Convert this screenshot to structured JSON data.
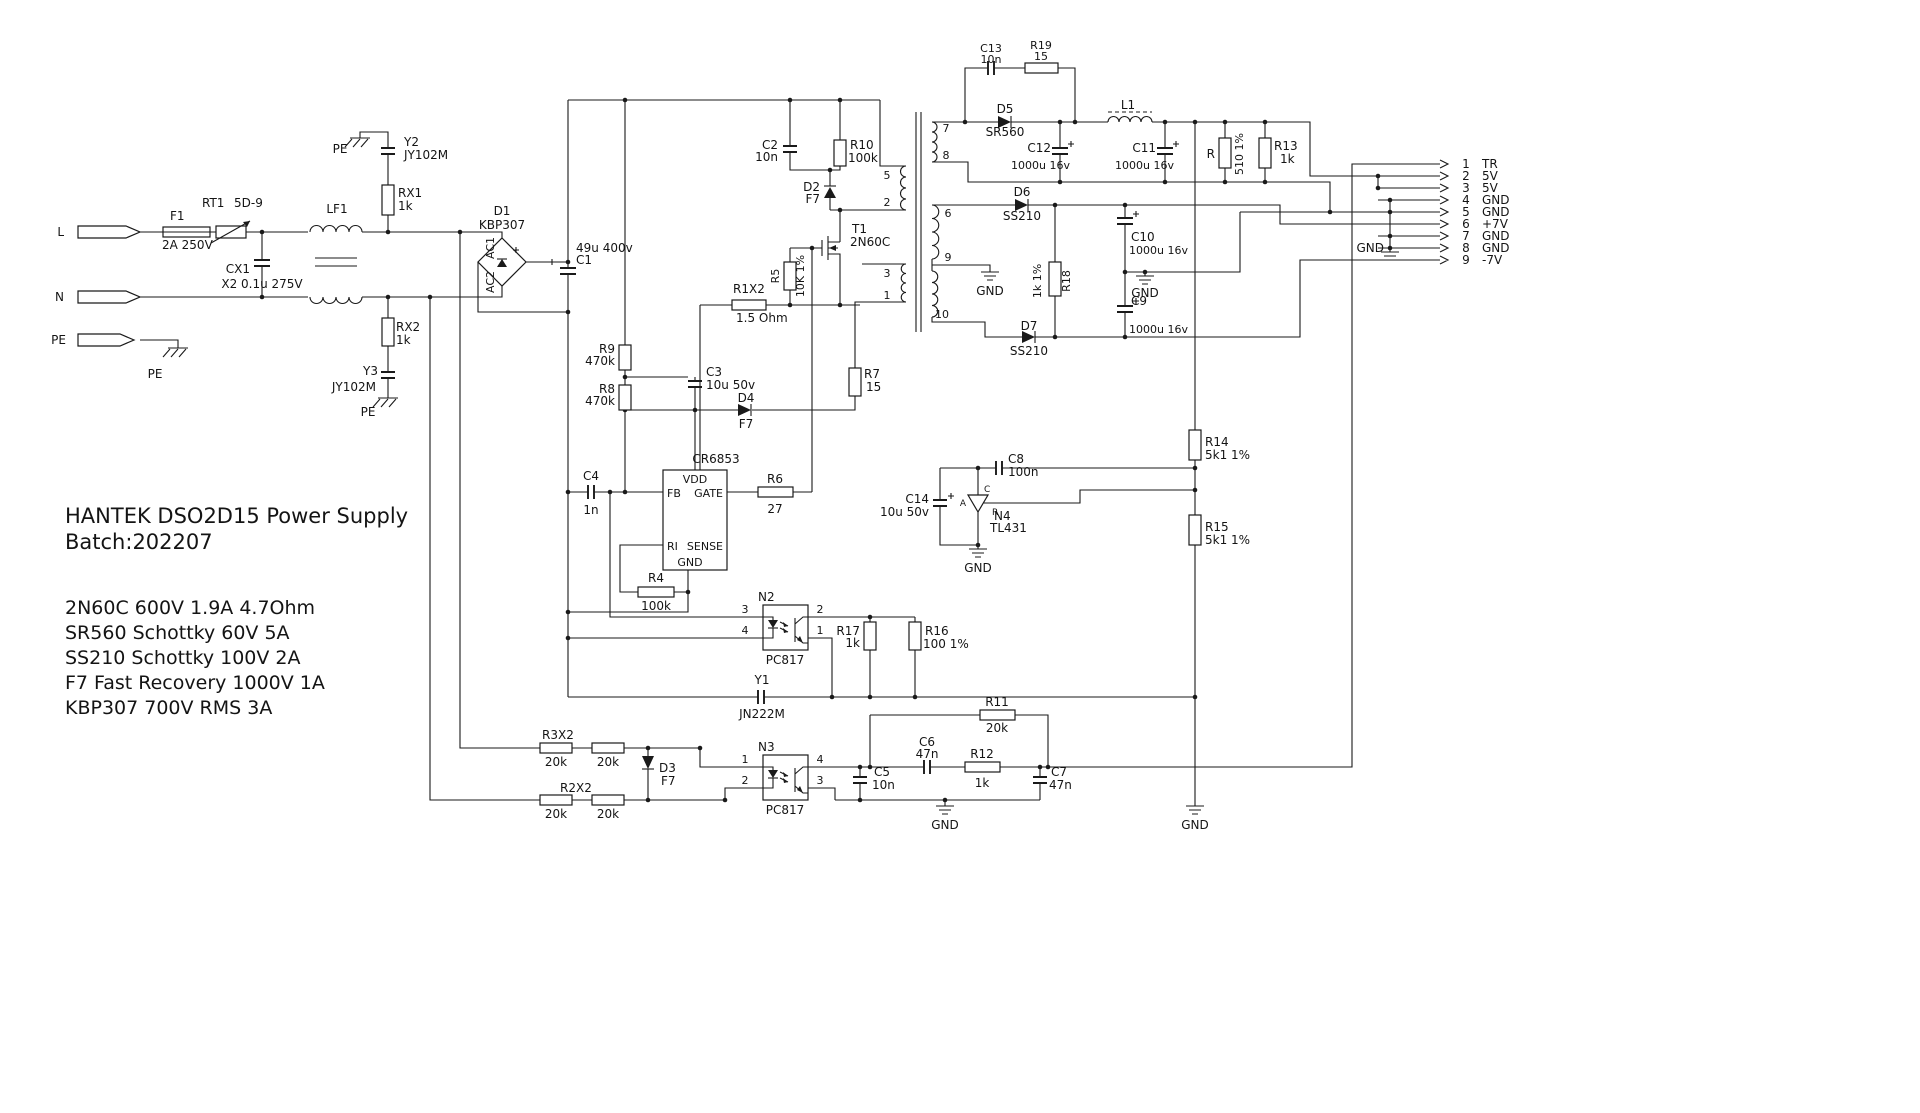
{
  "title_block": {
    "line1": "HANTEK DSO2D15 Power Supply",
    "line2": "Batch:202207",
    "notes": [
      "2N60C 600V 1.9A 4.7Ohm",
      "SR560 Schottky 60V 5A",
      "SS210 Schottky 100V 2A",
      "F7 Fast Recovery 1000V 1A",
      "KBP307 700V RMS 3A"
    ]
  },
  "terminals": {
    "l": "L",
    "n": "N",
    "pe": "PE"
  },
  "connector": {
    "rows": [
      {
        "pin": "1",
        "name": "TR"
      },
      {
        "pin": "2",
        "name": "5V"
      },
      {
        "pin": "3",
        "name": "5V"
      },
      {
        "pin": "4",
        "name": "GND"
      },
      {
        "pin": "5",
        "name": "GND"
      },
      {
        "pin": "6",
        "name": "+7V"
      },
      {
        "pin": "7",
        "name": "GND"
      },
      {
        "pin": "8",
        "name": "GND"
      },
      {
        "pin": "9",
        "name": "-7V"
      }
    ]
  },
  "ic": {
    "name": "CR6853",
    "pins": {
      "vdd": "VDD",
      "gate": "GATE",
      "fb": "FB",
      "ri": "RI",
      "sense": "SENSE",
      "gnd": "GND"
    }
  },
  "xfmr_pins": {
    "p1": "1",
    "p2": "2",
    "p3": "3",
    "p5": "5",
    "p6": "6",
    "p7": "7",
    "p8": "8",
    "p9": "9",
    "p10": "10"
  },
  "opto_pins": {
    "p1": "1",
    "p2": "2",
    "p3": "3",
    "p4": "4"
  },
  "labels": {
    "gnd": "GND",
    "f1_ref": "F1",
    "f1_val": "2A 250V",
    "rt1_ref": "RT1",
    "rt1_val": "5D-9",
    "cx1_ref": "CX1",
    "cx1_val": "X2 0.1u 275V",
    "lf1": "LF1",
    "y2_ref": "Y2",
    "y2_val": "JY102M",
    "y3_ref": "Y3",
    "y3_val": "JY102M",
    "rx1_ref": "RX1",
    "rx1_val": "1k",
    "rx2_ref": "RX2",
    "rx2_val": "1k",
    "d1_ref": "D1",
    "d1_val": "KBP307",
    "ac1": "AC1",
    "ac2": "AC2",
    "c1_ref": "C1",
    "c1_val": "49u 400v",
    "c2_ref": "C2",
    "c2_val": "10n",
    "r10_ref": "R10",
    "r10_val": "100k",
    "d2_ref": "D2",
    "d2_val": "F7",
    "t1_ref": "T1",
    "t1_val": "2N60C",
    "r5_ref": "R5",
    "r5_val": "10K 1%",
    "r1x2_ref": "R1X2",
    "r1x2_val": "1.5 Ohm",
    "r9_ref": "R9",
    "r9_val": "470k",
    "r8_ref": "R8",
    "r8_val": "470k",
    "c3_ref": "C3",
    "c3_val": "10u 50v",
    "d4_ref": "D4",
    "d4_val": "F7",
    "r7_ref": "R7",
    "r7_val": "15",
    "c4_ref": "C4",
    "c4_val": "1n",
    "r6_ref": "R6",
    "r6_val": "27",
    "r4_ref": "R4",
    "r4_val": "100k",
    "n2_ref": "N2",
    "n3_ref": "N3",
    "pc817": "PC817",
    "r17_ref": "R17",
    "r17_val": "1k",
    "r16_ref": "R16",
    "r16_val": "100 1%",
    "c8_ref": "C8",
    "c8_val": "100n",
    "c14_ref": "C14",
    "c14_val": "10u 50v",
    "n4_ref": "N4",
    "n4_val": "TL431",
    "tl_a": "A",
    "tl_c": "C",
    "tl_r": "R",
    "y1_ref": "Y1",
    "y1_val": "JN222M",
    "r11_ref": "R11",
    "r11_val": "20k",
    "c5_ref": "C5",
    "c5_val": "10n",
    "c6_ref": "C6",
    "c6_val": "47n",
    "r12_ref": "R12",
    "r12_val": "1k",
    "c7_ref": "C7",
    "c7_val": "47n",
    "d3_ref": "D3",
    "d3_val": "F7",
    "r3x2_ref": "R3X2",
    "r2x2_ref": "R2X2",
    "v20k": "20k",
    "c13_ref": "C13",
    "c13_val": "10n",
    "r19_ref": "R19",
    "r19_val": "15",
    "d5_ref": "D5",
    "d5_val": "SR560",
    "l1_ref": "L1",
    "c12_ref": "C12",
    "c11_ref": "C11",
    "cap1000": "1000u 16v",
    "r510_ref": "R",
    "r510_val": "510 1%",
    "r13_ref": "R13",
    "r13_val": "1k",
    "d6_ref": "D6",
    "d7_ref": "D7",
    "ss210": "SS210",
    "c10_ref": "C10",
    "c9_ref": "C9",
    "r18_ref": "R18",
    "r18_val": "1k 1%",
    "r14_ref": "R14",
    "r15_ref": "R15",
    "v5k1": "5k1 1%"
  }
}
